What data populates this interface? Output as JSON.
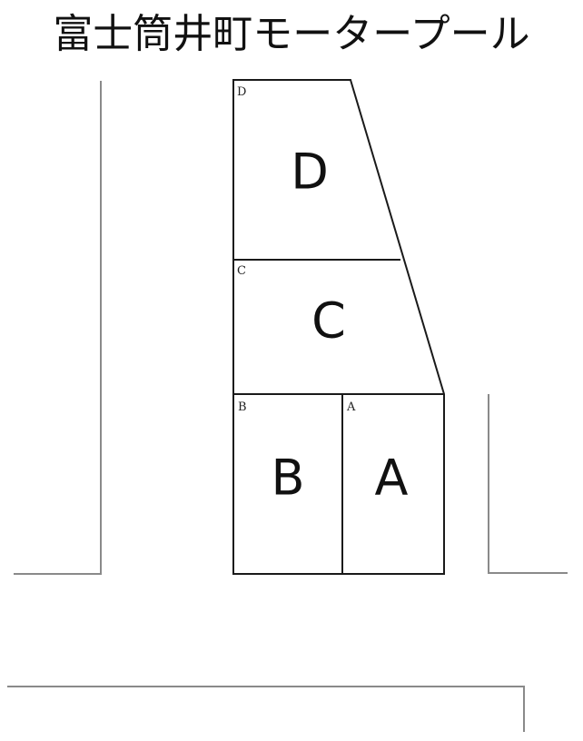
{
  "title": "富士筒井町モータープール",
  "spaces": [
    {
      "id": "D",
      "label": "D",
      "corner_label": "D"
    },
    {
      "id": "C",
      "label": "C",
      "corner_label": "C"
    },
    {
      "id": "B",
      "label": "B",
      "corner_label": "B"
    },
    {
      "id": "A",
      "label": "A",
      "corner_label": "A"
    }
  ]
}
